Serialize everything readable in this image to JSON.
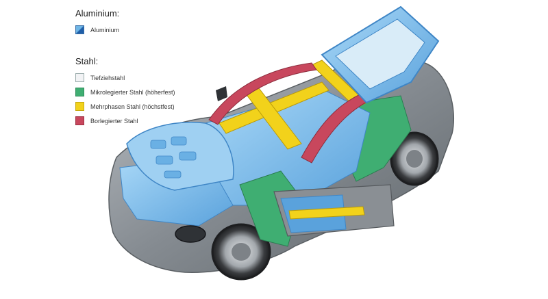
{
  "legend": {
    "aluminium": {
      "title": "Aluminium:",
      "items": [
        {
          "label": "Aluminium",
          "color": "#5aa9e6"
        }
      ]
    },
    "steel": {
      "title": "Stahl:",
      "items": [
        {
          "label": "Tiefziehstahl",
          "color": "#f2f3f5"
        },
        {
          "label": "Mikrolegierter Stahl (höherfest)",
          "color": "#3fae72"
        },
        {
          "label": "Mehrphasen Stahl (höchstfest)",
          "color": "#f2d21b"
        },
        {
          "label": "Borlegierter Stahl",
          "color": "#c8475d"
        }
      ]
    }
  },
  "colors": {
    "aluminium": "#7cc0ef",
    "aluminium_dark": "#3f86c6",
    "green": "#3fae72",
    "yellow": "#f2d21b",
    "red": "#c8475d",
    "body_grey": "#8a8f94",
    "tire": "#2a2b2e"
  }
}
